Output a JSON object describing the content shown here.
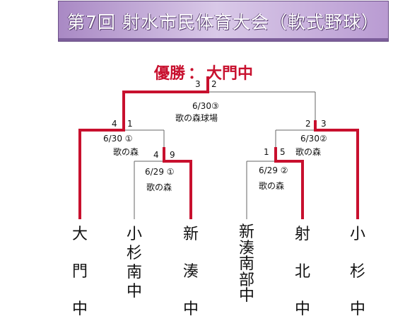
{
  "title": "第7回 射水市民体育大会（軟式野球）",
  "winner": {
    "label": "優勝",
    "sep": "：",
    "team": "大門中"
  },
  "colors": {
    "win": "#c8102e",
    "loss": "#666666",
    "banner": "#a989c4"
  },
  "games": {
    "final": {
      "info1": "6/30③",
      "info2": "歌の森球場",
      "score_left": "3",
      "score_right": "2"
    },
    "semi_left": {
      "info1": "6/30 ①",
      "info2": "歌の森",
      "score_left": "4",
      "score_right": "1"
    },
    "semi_right": {
      "info1": "6/30②",
      "info2": "歌の森",
      "score_left": "2",
      "score_right": "3"
    },
    "qf_left": {
      "info1": "6/29 ①",
      "info2": "歌の森",
      "score_left": "4",
      "score_right": "9"
    },
    "qf_right": {
      "info1": "6/29 ②",
      "info2": "歌の森",
      "score_left": "1",
      "score_right": "5"
    }
  },
  "teams": [
    {
      "name": "大門中",
      "display": [
        "大",
        "門",
        "中"
      ]
    },
    {
      "name": "小杉南中",
      "display": [
        "小",
        "杉",
        "南",
        "中"
      ]
    },
    {
      "name": "新湊中",
      "display": [
        "新",
        "湊",
        "中"
      ]
    },
    {
      "name": "新湊南部中",
      "display": [
        "新",
        "湊",
        "南",
        "部",
        "中"
      ]
    },
    {
      "name": "射北中",
      "display": [
        "射",
        "北",
        "中"
      ]
    },
    {
      "name": "小杉中",
      "display": [
        "小",
        "杉",
        "中"
      ]
    }
  ]
}
